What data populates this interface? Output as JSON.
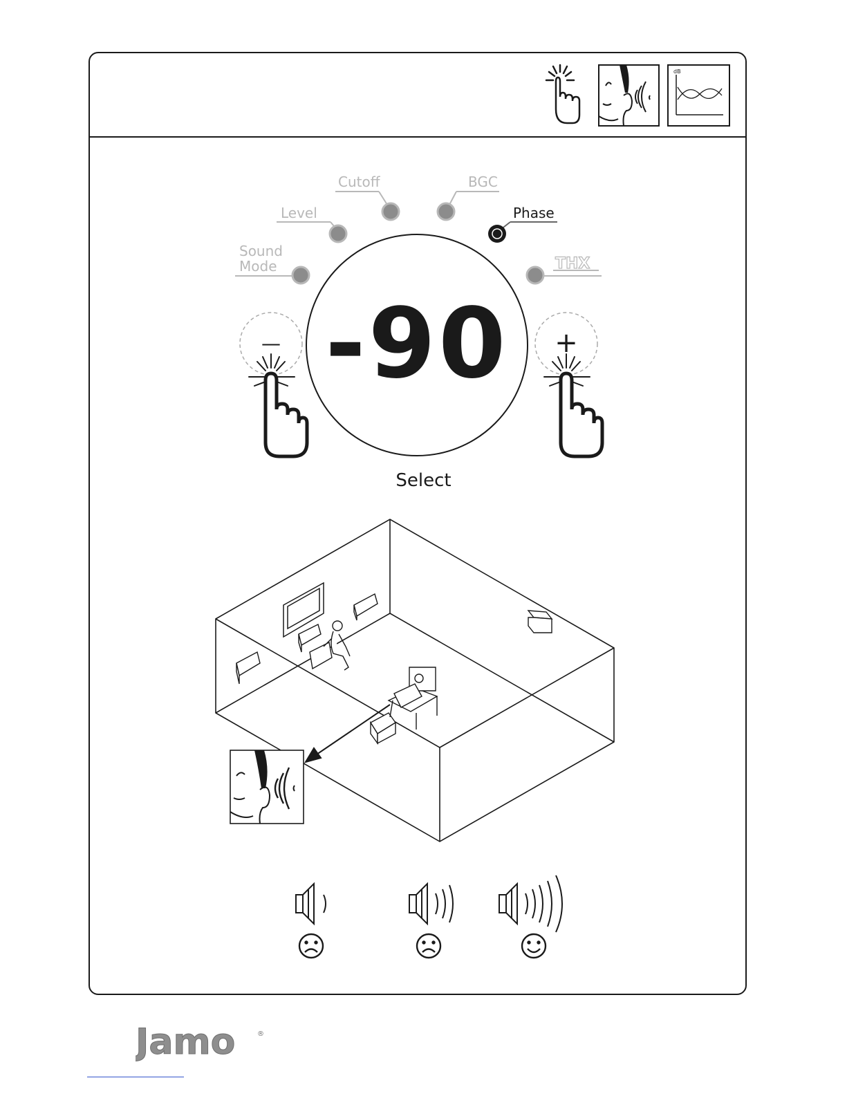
{
  "panel": {
    "knob_labels": {
      "sound_mode_line1": "Sound",
      "sound_mode_line2": "Mode",
      "level": "Level",
      "cutoff": "Cutoff",
      "bgc": "BGC",
      "phase": "Phase",
      "thx": "THX"
    },
    "active_knob": "Phase",
    "display_value": "-90",
    "minus_label": "—",
    "plus_label": "+",
    "select_label": "Select"
  },
  "header_icons": [
    "tap-hand-icon",
    "listener-ear-icon",
    "frequency-response-icon"
  ],
  "header_graph_unit": "dB",
  "feedback": {
    "icons": [
      "speaker-icon",
      "frown-face-icon",
      "speaker-icon",
      "frown-face-icon",
      "speaker-icon",
      "smile-face-icon"
    ]
  },
  "brand": {
    "logo_text": "Jamo",
    "registered": "®"
  },
  "colors": {
    "active": "#1a1a1a",
    "inactive": "#9a9a9a",
    "inactive_text": "#b8b8b8",
    "logo": "#8e8e8e"
  }
}
